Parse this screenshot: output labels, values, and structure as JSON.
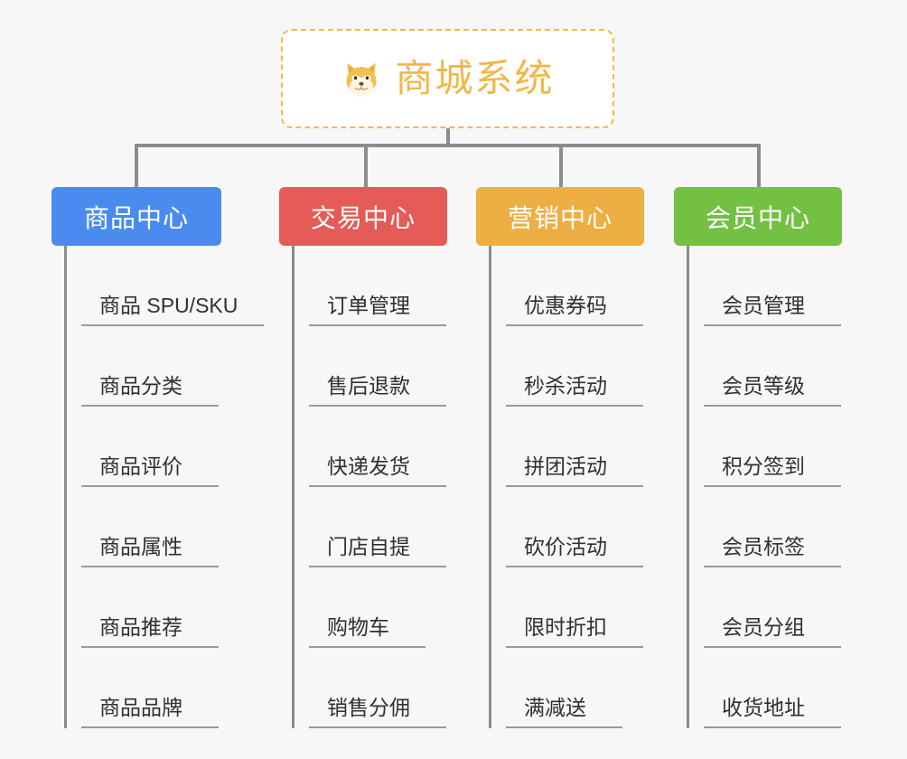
{
  "diagram": {
    "type": "mindmap-tree",
    "background_color": "#f7f7f7",
    "root": {
      "title": "商城系统",
      "icon": "dog-face-emoji",
      "border_color": "#f0b849",
      "text_color": "#f0b849",
      "fill_color": "#ffffff"
    },
    "connector_color": "#8c8c8c",
    "branches": [
      {
        "label": "商品中心",
        "color": "#4a8bf0",
        "items": [
          {
            "label": "商品 SPU/SKU",
            "rule_width": 202
          },
          {
            "label": "商品分类",
            "rule_width": 152
          },
          {
            "label": "商品评价",
            "rule_width": 152
          },
          {
            "label": "商品属性",
            "rule_width": 152
          },
          {
            "label": "商品推荐",
            "rule_width": 152
          },
          {
            "label": "商品品牌",
            "rule_width": 152
          }
        ]
      },
      {
        "label": "交易中心",
        "color": "#e45b58",
        "items": [
          {
            "label": "订单管理",
            "rule_width": 152
          },
          {
            "label": "售后退款",
            "rule_width": 152
          },
          {
            "label": "快递发货",
            "rule_width": 152
          },
          {
            "label": "门店自提",
            "rule_width": 152
          },
          {
            "label": "购物车",
            "rule_width": 129
          },
          {
            "label": "销售分佣",
            "rule_width": 152
          }
        ]
      },
      {
        "label": "营销中心",
        "color": "#edae43",
        "items": [
          {
            "label": "优惠券码",
            "rule_width": 152
          },
          {
            "label": "秒杀活动",
            "rule_width": 152
          },
          {
            "label": "拼团活动",
            "rule_width": 152
          },
          {
            "label": "砍价活动",
            "rule_width": 152
          },
          {
            "label": "限时折扣",
            "rule_width": 152
          },
          {
            "label": "满减送",
            "rule_width": 129
          }
        ]
      },
      {
        "label": "会员中心",
        "color": "#74c043",
        "items": [
          {
            "label": "会员管理",
            "rule_width": 152
          },
          {
            "label": "会员等级",
            "rule_width": 152
          },
          {
            "label": "积分签到",
            "rule_width": 152
          },
          {
            "label": "会员标签",
            "rule_width": 152
          },
          {
            "label": "会员分组",
            "rule_width": 152
          },
          {
            "label": "收货地址",
            "rule_width": 152
          }
        ]
      }
    ]
  }
}
